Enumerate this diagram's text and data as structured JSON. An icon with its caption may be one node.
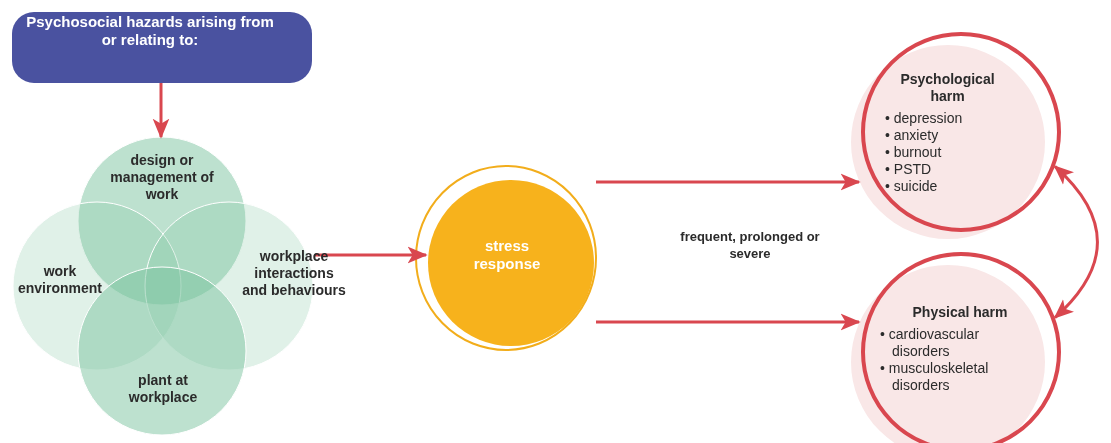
{
  "diagram": {
    "nodes": [
      {
        "text": [
          "Psychosocial hazards arising from or relating to:"
        ]
      },
      {
        "text": [
          "design or management of work"
        ]
      },
      {
        "text": [
          "work environment"
        ]
      },
      {
        "text": [
          "workplace interactions and behaviours"
        ]
      },
      {
        "text": [
          "plant at workplace"
        ]
      },
      {
        "text": [
          "stress response"
        ]
      },
      {
        "text": [
          "Psychological harm",
          "• depression",
          "• anxiety",
          "• burnout",
          "• PSTD",
          "• suicide"
        ]
      },
      {
        "text": [
          "Physical harm",
          "• cardiovascular disorders",
          "• musculoskeletal disorders"
        ]
      }
    ],
    "edges": [
      {
        "from": 0,
        "to": 1,
        "arrow": "to"
      },
      {
        "from": 3,
        "to": 5,
        "arrow": "to"
      },
      {
        "from": 5,
        "to": 6,
        "arrow": "to"
      },
      {
        "from": 5,
        "to": 7,
        "arrow": "to"
      },
      {
        "from": 6,
        "to": 7,
        "arrow": "both"
      }
    ],
    "labels": [
      "frequent, prolonged or severe"
    ]
  }
}
